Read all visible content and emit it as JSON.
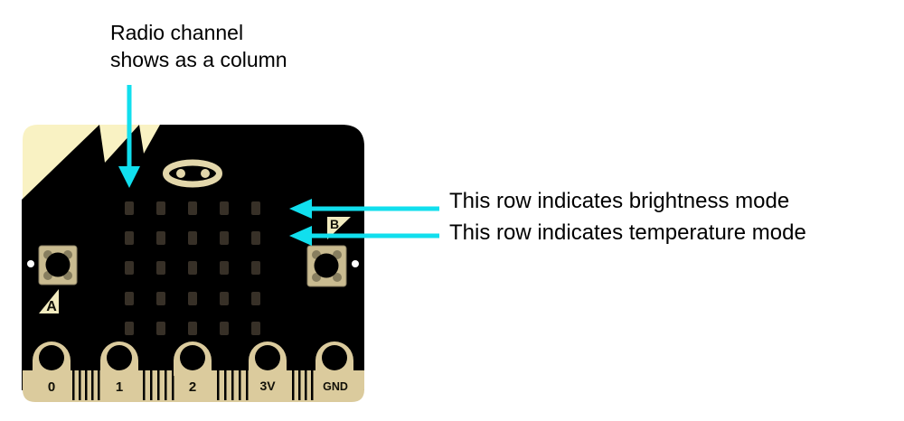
{
  "annotations": {
    "radio_column": {
      "line1": "Radio channel",
      "line2": "shows as a column"
    },
    "brightness_row": "This row indicates brightness mode",
    "temperature_row": "This row indicates temperature mode"
  },
  "microbit": {
    "button_a_label": "A",
    "button_b_label": "B",
    "pin_labels": {
      "p0": "0",
      "p1": "1",
      "p2": "2",
      "p3v": "3V",
      "gnd": "GND"
    },
    "led_matrix": {
      "rows": 5,
      "columns": 5
    },
    "colors": {
      "board": "#000000",
      "corner_cream": "#f9f2c3",
      "edge_connector_tan": "#dbcb9d",
      "button_tan": "#c9bb90",
      "logo_ring": "#e3d7ab",
      "led_off": "#373027",
      "arrow_accent": "#11dfee",
      "annotation_text": "#000000"
    }
  }
}
